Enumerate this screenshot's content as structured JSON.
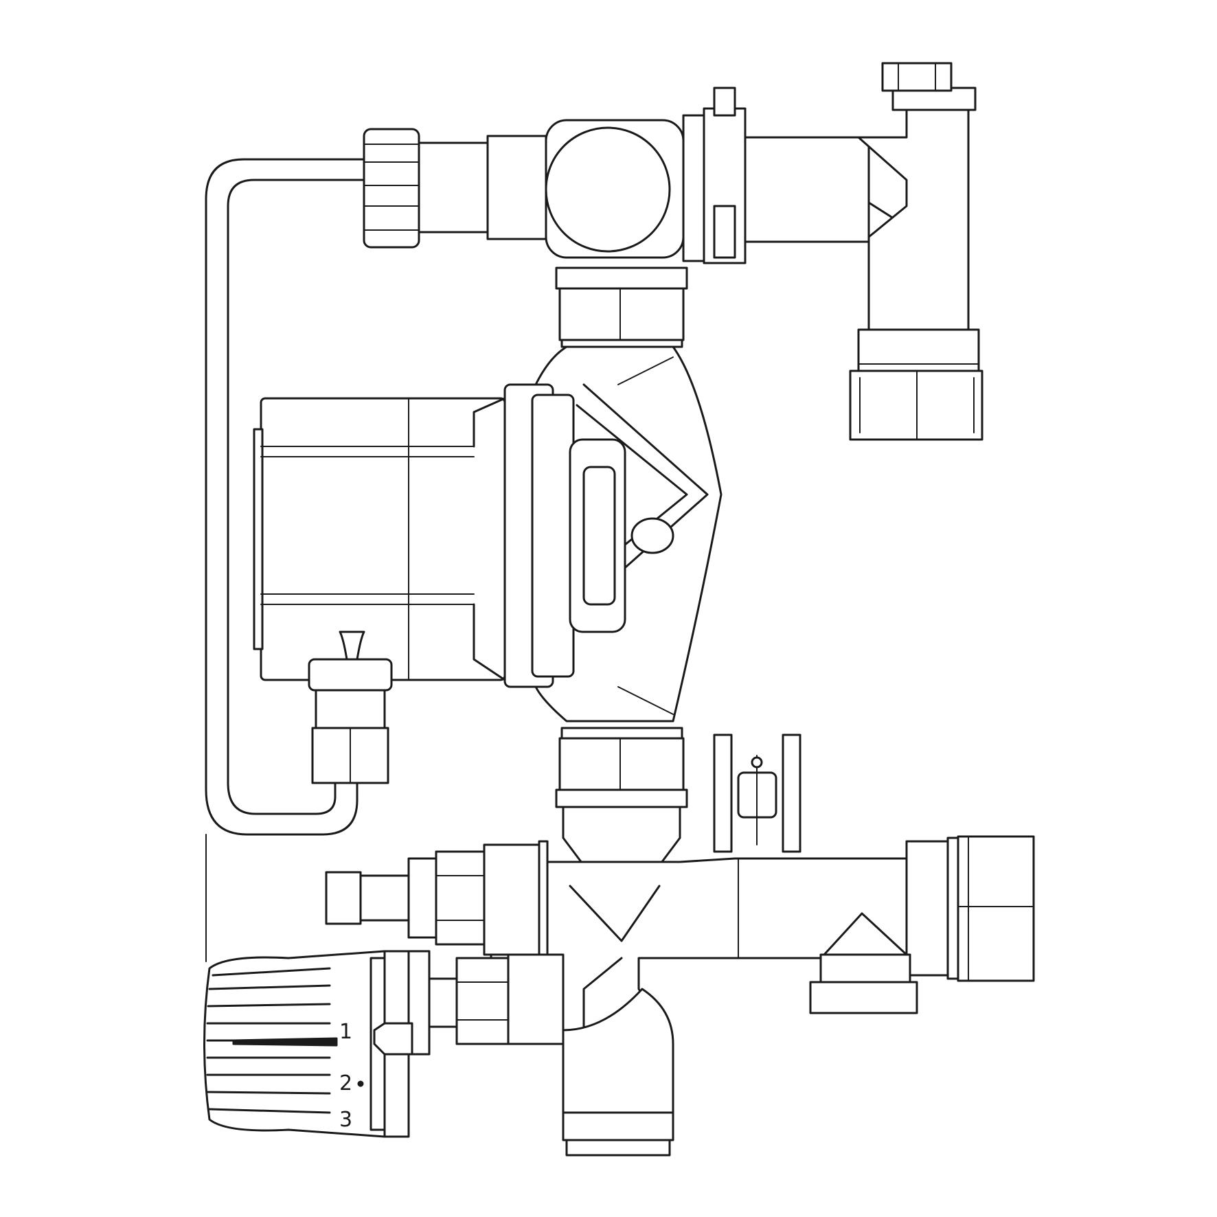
{
  "drawing": {
    "colors": {
      "line": "#1a1a1a",
      "background": "#ffffff"
    },
    "thermostat_scale": {
      "mark_1": "1",
      "mark_2": "2",
      "mark_3": "3"
    }
  }
}
